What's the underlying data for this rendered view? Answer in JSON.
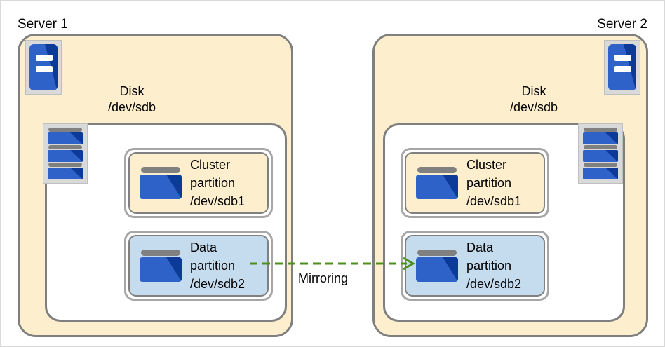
{
  "diagram": {
    "title_hidden": "",
    "colors": {
      "server_fill": "#fdefcd",
      "disk_fill": "#ffffff",
      "cluster_partition_fill": "#fdefcd",
      "data_partition_fill": "#c5dcef",
      "border_gray": "#7f7f7f",
      "icon_blue": "#2f62c8",
      "icon_dark_blue": "#0b3a99",
      "mirror_arrow_green": "#4e8f1e"
    }
  },
  "servers": [
    {
      "label": "Server 1",
      "tower_icon": "server-tower-icon",
      "disk": {
        "caption_line1": "Disk",
        "caption_line2": "/dev/sdb",
        "stack_icon": "disk-stack-icon",
        "partitions": [
          {
            "kind": "cluster",
            "icon": "partition-icon",
            "line1": "Cluster",
            "line2": "partition",
            "line3": "/dev/sdb1"
          },
          {
            "kind": "data",
            "icon": "partition-icon",
            "line1": "Data",
            "line2": "partition",
            "line3": "/dev/sdb2"
          }
        ]
      }
    },
    {
      "label": "Server 2",
      "tower_icon": "server-tower-icon",
      "disk": {
        "caption_line1": "Disk",
        "caption_line2": "/dev/sdb",
        "stack_icon": "disk-stack-icon",
        "partitions": [
          {
            "kind": "cluster",
            "icon": "partition-icon",
            "line1": "Cluster",
            "line2": "partition",
            "line3": "/dev/sdb1"
          },
          {
            "kind": "data",
            "icon": "partition-icon",
            "line1": "Data",
            "line2": "partition",
            "line3": "/dev/sdb2"
          }
        ]
      }
    }
  ],
  "connection": {
    "label": "Mirroring",
    "style": "dashed-arrow-right",
    "color": "#4e8f1e"
  }
}
